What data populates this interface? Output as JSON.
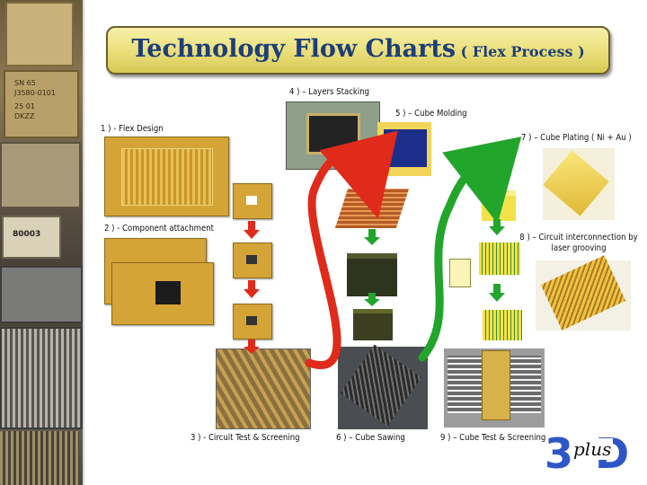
{
  "title": {
    "main": "Technology Flow Charts",
    "sub": "( Flex Process )"
  },
  "steps": [
    {
      "label": "1 ) - Flex Design"
    },
    {
      "label": "2 ) - Component attachment"
    },
    {
      "label": "3 ) - Circuit Test & Screening"
    },
    {
      "label": "4 ) – Layers Stacking"
    },
    {
      "label": "5 ) – Cube Molding"
    },
    {
      "label": "6 ) – Cube Sawing"
    },
    {
      "label": "7 ) – Cube Plating ( Ni + Au )"
    },
    {
      "label": "8 ) – Circuit interconnection by laser grooving"
    },
    {
      "label": "9 ) – Cube Test & Screening"
    }
  ],
  "logo": {
    "text": "plus",
    "name": "3D plus logo"
  },
  "strip_labels": [
    "SN 65",
    "J3580-0101",
    "25 01",
    "DKZZ",
    "80003"
  ],
  "colors": {
    "title_blue": "#1e3e78",
    "board_gold": "#d5a437",
    "arrow_red": "#e02a1a",
    "arrow_green": "#22a52b",
    "cube_yellow": "#f2e24a",
    "logo_blue": "#2f56c8"
  }
}
